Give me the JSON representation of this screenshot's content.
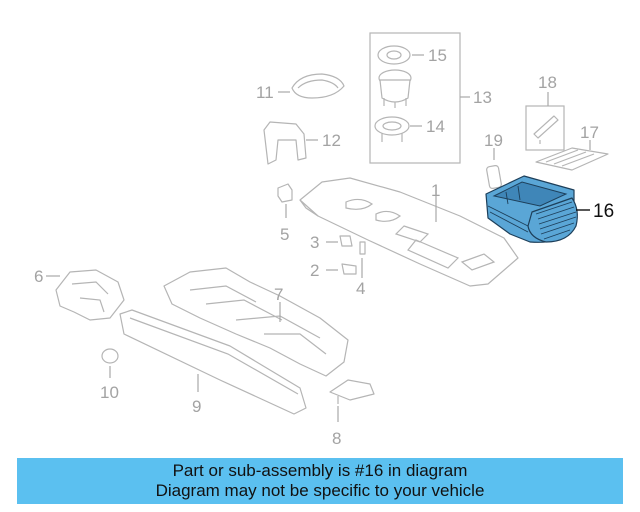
{
  "diagram": {
    "highlight_color": "#5aa6d6",
    "highlighted_part": "16",
    "callouts": {
      "c1": "1",
      "c2": "2",
      "c3": "3",
      "c4": "4",
      "c5": "5",
      "c6": "6",
      "c7": "7",
      "c8": "8",
      "c9": "9",
      "c10": "10",
      "c11": "11",
      "c12": "12",
      "c13": "13",
      "c14": "14",
      "c15": "15",
      "c16": "16",
      "c17": "17",
      "c18": "18",
      "c19": "19"
    }
  },
  "caption": {
    "background": "#5bc0f0",
    "line1": "Part or sub-assembly is #16 in diagram",
    "line2": "Diagram may not be specific to your vehicle"
  }
}
